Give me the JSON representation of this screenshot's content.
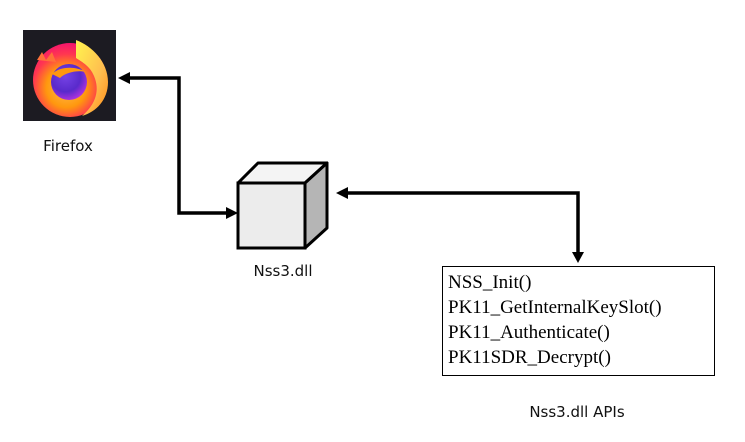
{
  "diagram": {
    "nodes": {
      "firefox": {
        "label": "Firefox",
        "icon": "firefox-logo-icon"
      },
      "nss3": {
        "label": "Nss3.dll",
        "icon": "cube-icon"
      },
      "apis": {
        "label": "Nss3.dll APIs",
        "functions": [
          "NSS_Init()",
          "PK11_GetInternalKeySlot()",
          "PK11_Authenticate()",
          "PK11SDR_Decrypt()"
        ]
      }
    },
    "edges": [
      {
        "from": "nss3",
        "to": "firefox",
        "bidirectional": true
      },
      {
        "from": "nss3",
        "to": "apis",
        "bidirectional": true
      }
    ],
    "colors": {
      "line": "#000000",
      "cube_front": "#ececec",
      "cube_top": "#f4f4f4",
      "cube_side": "#b5b5b5",
      "icon_bg": "#1c1b22"
    }
  }
}
